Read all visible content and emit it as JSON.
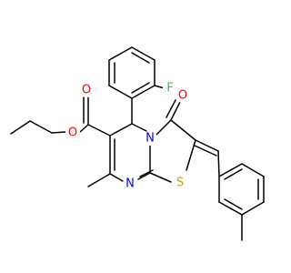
{
  "molecule": {
    "atoms": {
      "O_ester_carbonyl": "O",
      "O_ester_ether": "O",
      "F": "F",
      "O_ketone": "O",
      "N_ring": "N",
      "N_imine": "N",
      "S": "S"
    },
    "colors": {
      "O": "#ff0000",
      "N": "#0000ff",
      "S": "#c8a800",
      "F": "#33cc33",
      "C": "#000000"
    }
  }
}
